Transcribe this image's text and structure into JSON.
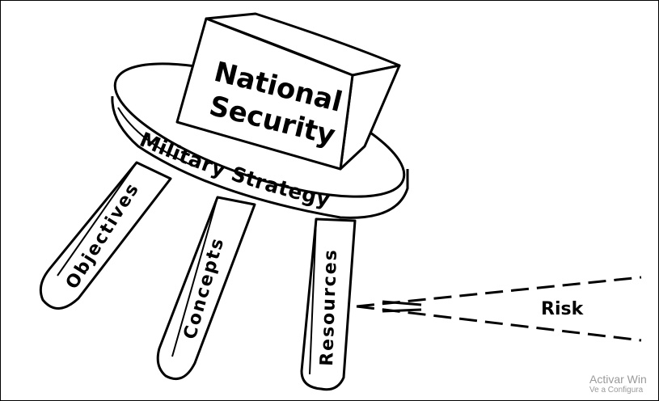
{
  "diagram": {
    "top_block_label": [
      "National",
      "Security"
    ],
    "seat_label": "Military Strategy",
    "legs": [
      {
        "label": "Objectives"
      },
      {
        "label": "Concepts"
      },
      {
        "label": "Resources"
      }
    ],
    "risk_label": "Risk"
  },
  "watermark": {
    "line1": "Activar Win",
    "line2": "Ve a Configura"
  },
  "colors": {
    "ink": "#000000",
    "background": "#ffffff",
    "watermark": "#9a9a9a"
  }
}
